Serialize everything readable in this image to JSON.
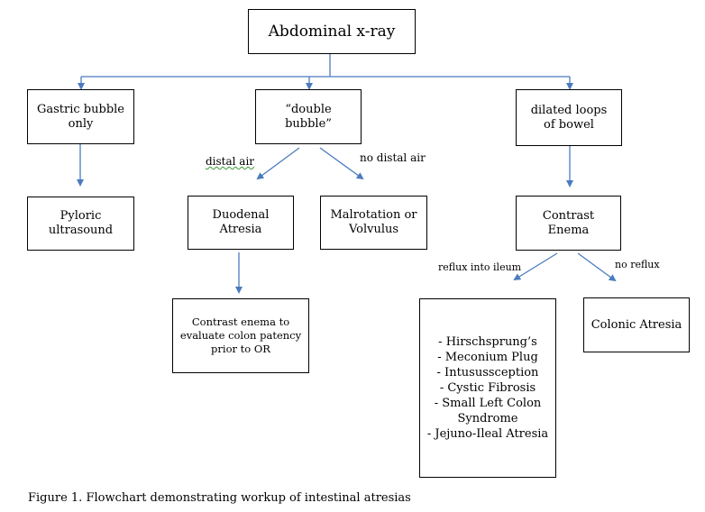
{
  "colors": {
    "arrow": "#4a7bbf",
    "border": "#000000"
  },
  "nodes": {
    "root": "Abdominal x-ray",
    "gastric": "Gastric bubble\nonly",
    "double": "“double\nbubble”",
    "dilated": "dilated loops\nof bowel",
    "pyloric": "Pyloric\nultrasound",
    "duodenal": "Duodenal\nAtresia",
    "malrotation": "Malrotation or\nVolvulus",
    "contrast_enema": "Contrast\nEnema",
    "contrast_enema_or": "Contrast enema to\nevaluate colon patency\nprior to OR",
    "reflux_list": "- Hirschsprung’s\n- Meconium Plug\n- Intusussception\n- Cystic Fibrosis\n- Small Left Colon\nSyndrome\n- Jejuno-Ileal Atresia",
    "colonic": "Colonic Atresia"
  },
  "edge_labels": {
    "distal_air": "distal air",
    "no_distal_air": "no distal air",
    "reflux_into_ileum": "reflux into ileum",
    "no_reflux": "no reflux"
  },
  "caption": "Figure 1.  Flowchart demonstrating workup of intestinal atresias"
}
